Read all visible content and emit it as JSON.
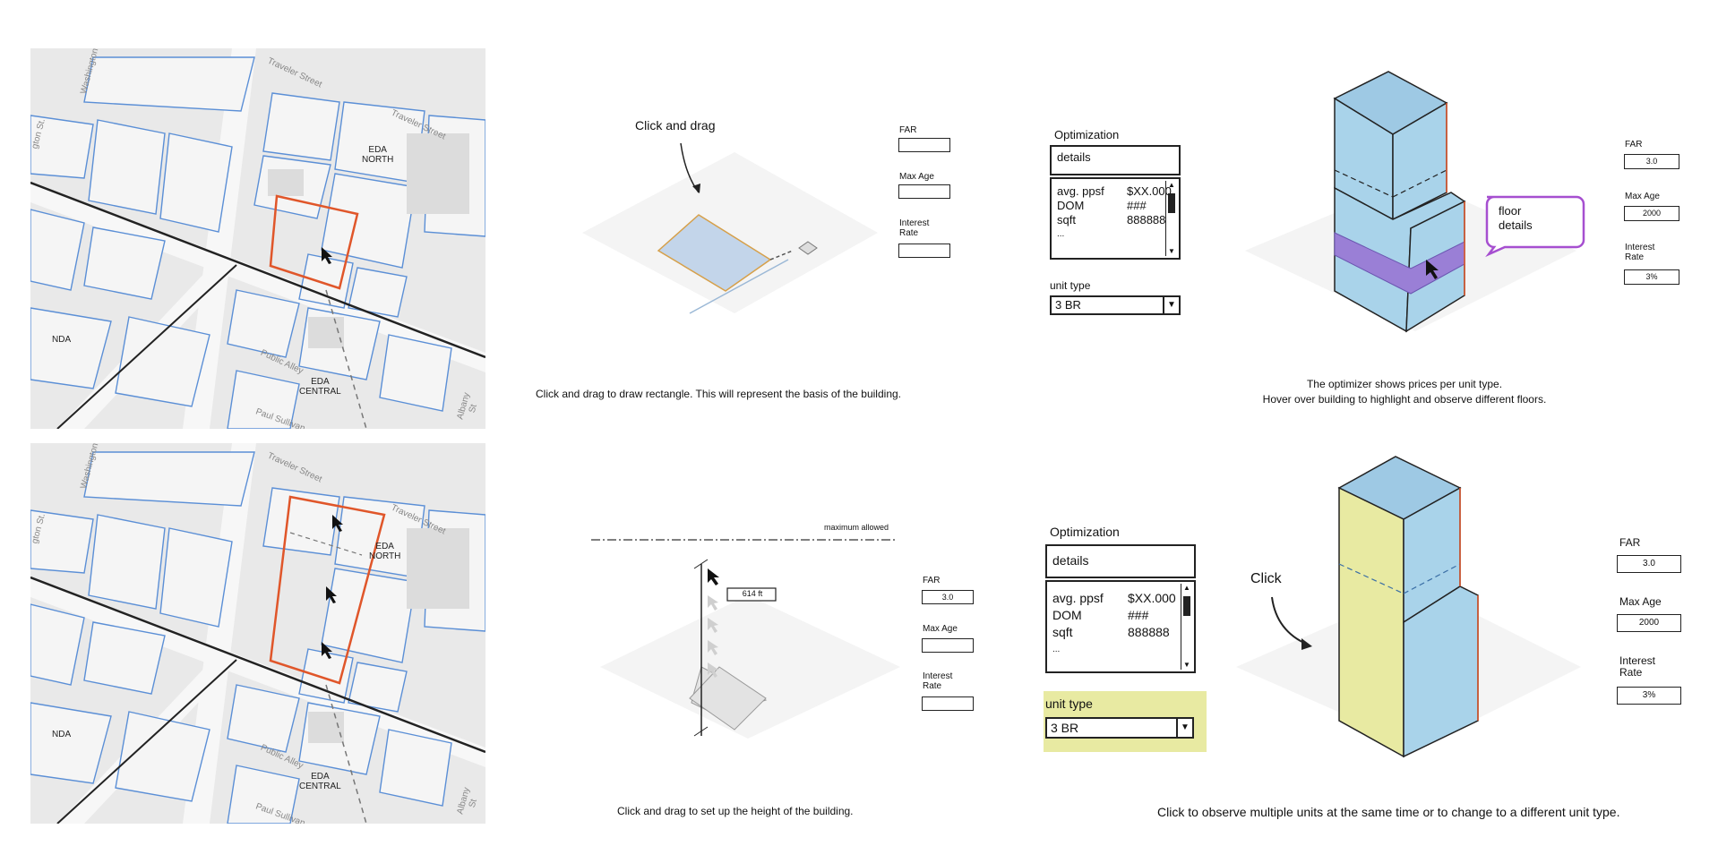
{
  "panels": {
    "map_top": {
      "labels": {
        "eda_north": "EDA\nNORTH",
        "eda_central": "EDA\nCENTRAL",
        "nda": "NDA"
      },
      "streets": {
        "traveler1": "Traveler Street",
        "traveler2": "Traveler Street",
        "public_alley": "Public Alley",
        "paul_sullivan": "Paul Sullivan",
        "albany": "Albany St",
        "washington": "Washington",
        "wellington": "gton St."
      }
    },
    "map_bottom": {
      "labels": {
        "eda_north": "EDA\nNORTH",
        "eda_central": "EDA\nCENTRAL",
        "nda": "NDA"
      },
      "streets": {
        "traveler1": "Traveler Street",
        "traveler2": "Traveler Street",
        "public_alley": "Public Alley",
        "paul_sullivan": "Paul Sullivan",
        "albany": "Albany St",
        "washington": "Washington",
        "wellington": "gton St."
      }
    },
    "draw": {
      "hint": "Click and drag",
      "caption": "Click and drag to draw rectangle. This will represent the basis of the building.",
      "fields": {
        "far_label": "FAR",
        "far_value": "",
        "maxage_label": "Max Age",
        "maxage_value": "",
        "rate_label": "Interest\nRate",
        "rate_value": ""
      }
    },
    "optimization_top": {
      "title": "Optimization",
      "details": "details",
      "rows": [
        {
          "key": "avg. ppsf",
          "value": "$XX.000"
        },
        {
          "key": "DOM",
          "value": "###"
        },
        {
          "key": "sqft",
          "value": "888888"
        },
        {
          "key": "...",
          "value": ""
        }
      ],
      "unit_type_label": "unit type",
      "unit_type_value": "3 BR"
    },
    "hover": {
      "callout": "floor\ndetails",
      "caption_line1": "The optimizer shows prices per unit type.",
      "caption_line2": "Hover over building to highlight and observe different floors.",
      "fields": {
        "far_label": "FAR",
        "far_value": "3.0",
        "maxage_label": "Max Age",
        "maxage_value": "2000",
        "rate_label": "Interest\nRate",
        "rate_value": "3%"
      }
    },
    "height": {
      "max_label": "maximum allowed",
      "height_value": "614 ft",
      "caption": "Click and drag to set up the height of the building.",
      "fields": {
        "far_label": "FAR",
        "far_value": "3.0",
        "maxage_label": "Max Age",
        "maxage_value": "",
        "rate_label": "Interest\nRate",
        "rate_value": ""
      }
    },
    "optimization_bottom": {
      "title": "Optimization",
      "details": "details",
      "rows": [
        {
          "key": "avg. ppsf",
          "value": "$XX.000"
        },
        {
          "key": "DOM",
          "value": "###"
        },
        {
          "key": "sqft",
          "value": "888888"
        },
        {
          "key": "...",
          "value": ""
        }
      ],
      "unit_type_label": "unit type",
      "unit_type_value": "3 BR"
    },
    "multi": {
      "hint": "Click",
      "caption": "Click to observe multiple units at the same time or to change to a different unit type.",
      "fields": {
        "far_label": "FAR",
        "far_value": "3.0",
        "maxage_label": "Max Age",
        "maxage_value": "2000",
        "rate_label": "Interest\nRate",
        "rate_value": "3%"
      }
    }
  },
  "colors": {
    "parcel_line": "#5b8fd6",
    "selection": "#e0562a",
    "building_blue": "#a9d3ea",
    "highlight_floor": "#9a7fd6",
    "callout_border": "#a64fd0",
    "unit_yellow": "#e8eaa2",
    "map_bg": "#ececec"
  }
}
